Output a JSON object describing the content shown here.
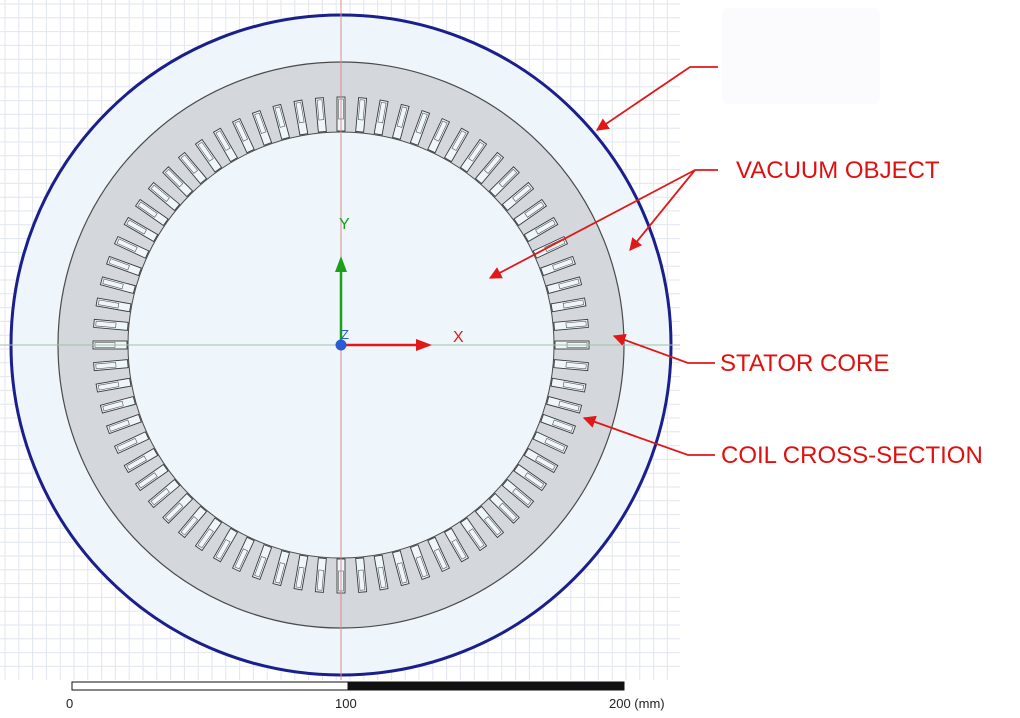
{
  "colors": {
    "background": "#ffffff",
    "grid_minor": "#e2e6f0",
    "grid_major": "#cfd5e6",
    "vacuum_fill": "#eef6fb",
    "vacuum_stroke": "#1a1f8c",
    "stator_fill": "#d4d7dc",
    "stator_stroke": "#4a4a4a",
    "bore_fill": "#eef6fb",
    "slot_fill": "#eef6fb",
    "slot_stroke": "#3a3a3a",
    "axis_x": "#e01818",
    "axis_y": "#1aa01a",
    "axis_z": "#2a5bd6",
    "annotation": "#e01010"
  },
  "axes": {
    "x_label": "X",
    "y_label": "Y",
    "z_label": "Z"
  },
  "annotations": {
    "vacuum_object": "VACUUM OBJECT",
    "stator_core": "STATOR CORE",
    "coil_cross_section": "COIL CROSS-SECTION"
  },
  "scale_bar": {
    "tick_0": "0",
    "tick_100": "100",
    "tick_200": "200 (mm)"
  },
  "geometry_model": {
    "slot_count": 72
  }
}
